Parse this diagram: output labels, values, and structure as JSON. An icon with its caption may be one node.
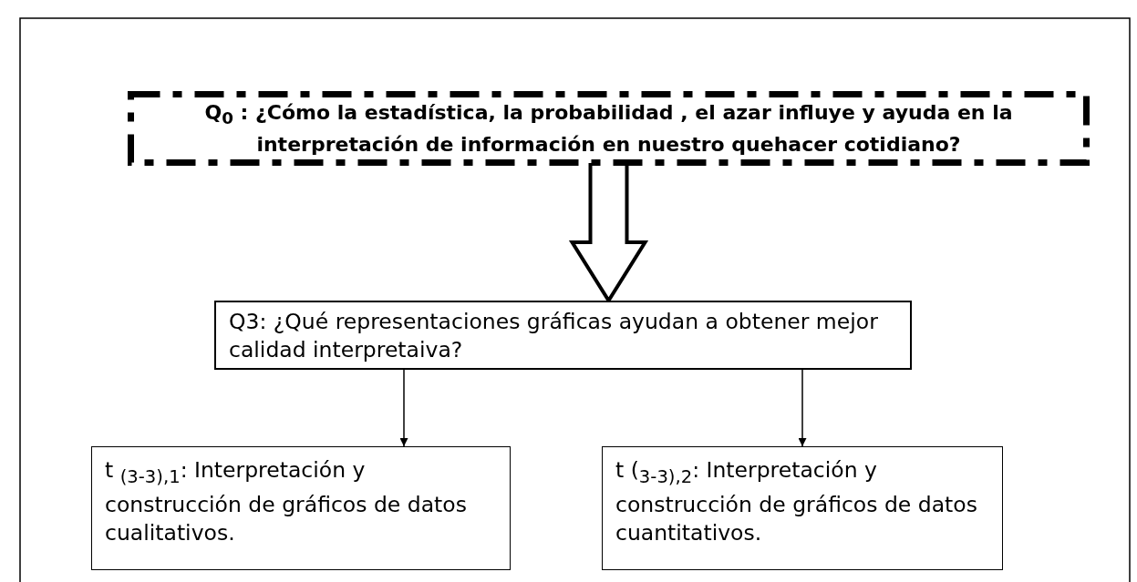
{
  "diagram": {
    "nodes": [
      {
        "text": [
          "Q$_{0}$ : ¿Cómo la estadística, la probabilidad , el azar influye y ayuda en la interpretación de información en nuestro quehacer cotidiano?"
        ]
      },
      {
        "text": [
          "Q3: ¿Qué representaciones gráficas ayudan a obtener mejor calidad interpretaiva?"
        ]
      },
      {
        "text": [
          "t $_{(3-3),1}$: Interpretación y construcción de gráficos de datos cualitativos."
        ]
      },
      {
        "text": [
          "t ($_{3-3),2}$: Interpretación y construcción de gráficos de datos cuantitativos."
        ]
      }
    ],
    "edges": [
      {
        "from": 0,
        "to": 1,
        "arrow": "to",
        "style": "thick"
      },
      {
        "from": 1,
        "to": 2,
        "arrow": "to"
      },
      {
        "from": 1,
        "to": 3,
        "arrow": "to"
      }
    ]
  }
}
